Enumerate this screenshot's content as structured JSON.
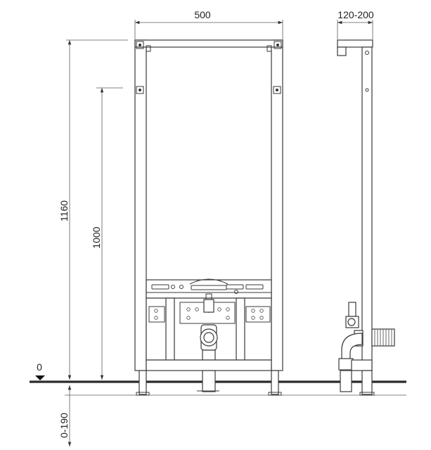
{
  "dimensions": {
    "width": "500",
    "depth": "120-200",
    "height_total": "1160",
    "height_frame": "1000",
    "floor_level": "0",
    "foot_range": "0-190"
  },
  "colors": {
    "line": "#3a3a3a",
    "floor": "#2a2a2a",
    "background": "#ffffff"
  }
}
